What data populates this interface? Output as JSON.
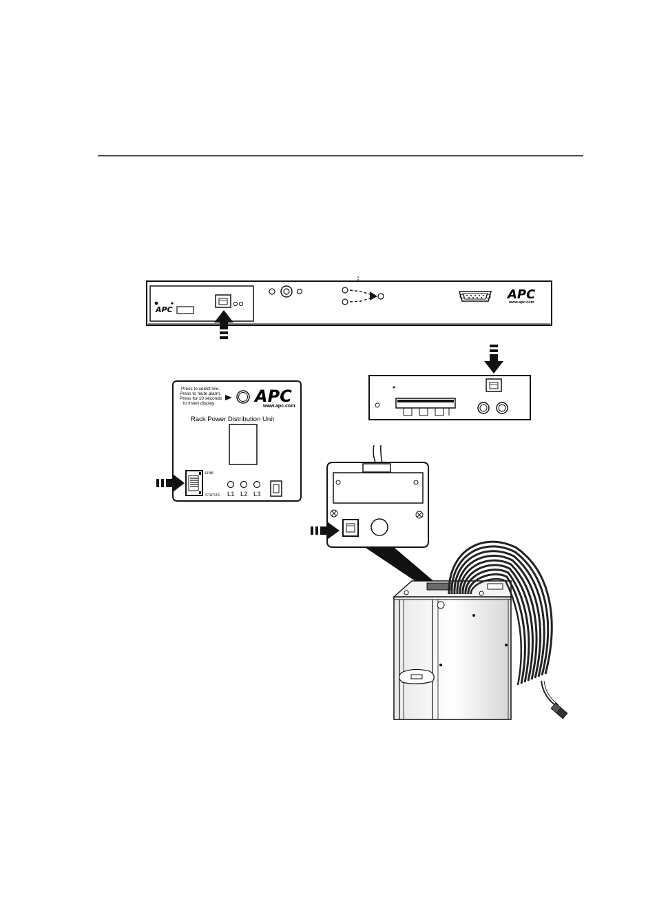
{
  "figure": {
    "type": "hardware-connection-illustration",
    "brand": {
      "logo_text": "APC",
      "url_text": "www.apc.com"
    },
    "rack_pdu_display": {
      "instructions": [
        "Press to select line.",
        "Press to mute alarm.",
        "Press for 10 seconds",
        "to invert display."
      ],
      "title": "Rack Power Distribution Unit",
      "port_labels": {
        "link": "LINK",
        "status": "STATUS"
      },
      "leds": [
        "L1",
        "L2",
        "L3"
      ]
    },
    "callouts": [
      {
        "icon": "thick-arrow-up-icon",
        "target": "network-management-card-port"
      },
      {
        "icon": "thick-arrow-down-icon",
        "target": "accessory-rj45-port"
      },
      {
        "icon": "thick-arrow-right-icon",
        "target": "rack-pdu-network-port"
      },
      {
        "icon": "thick-arrow-right-icon",
        "target": "sensor-pod-port"
      }
    ],
    "colors": {
      "line": "#111111",
      "background": "#ffffff",
      "shade": "#6a6a6a"
    }
  }
}
